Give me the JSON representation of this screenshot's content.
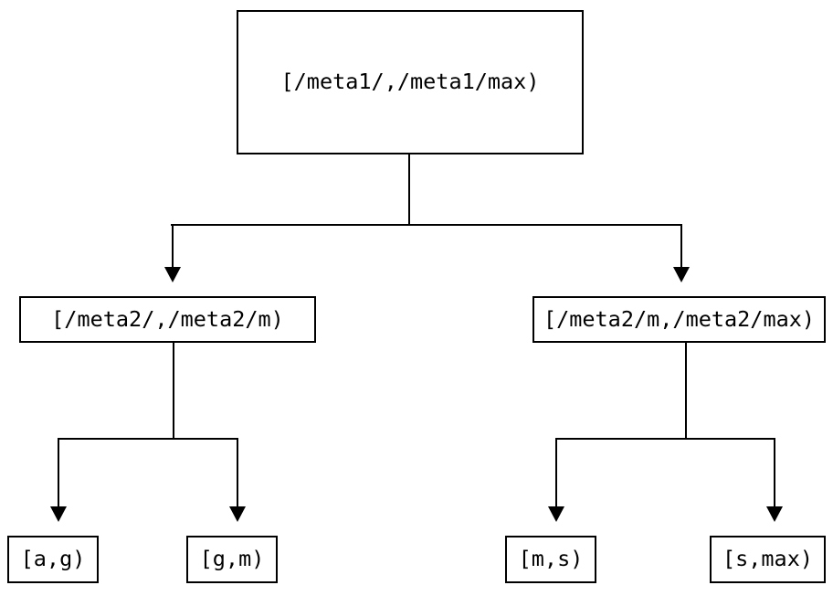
{
  "diagram": {
    "type": "tree",
    "title": "",
    "orientation": "top-down",
    "colors": {
      "stroke": "#000000",
      "fill": "#ffffff",
      "text": "#000000",
      "background": "#ffffff"
    },
    "nodes": {
      "root": {
        "label": "[/meta1/,/meta1/max)",
        "level": 0
      },
      "level2_left": {
        "label": "[/meta2/,/meta2/m)",
        "level": 1
      },
      "level2_right": {
        "label": "[/meta2/m,/meta2/max)",
        "level": 1
      },
      "leaf_a_g": {
        "label": "[a,g)",
        "level": 2
      },
      "leaf_g_m": {
        "label": "[g,m)",
        "level": 2
      },
      "leaf_m_s": {
        "label": "[m,s)",
        "level": 2
      },
      "leaf_s_max": {
        "label": "[s,max)",
        "level": 2
      }
    },
    "edges": [
      {
        "from": "root",
        "to": "level2_left",
        "arrow": "down"
      },
      {
        "from": "root",
        "to": "level2_right",
        "arrow": "down"
      },
      {
        "from": "level2_left",
        "to": "leaf_a_g",
        "arrow": "down"
      },
      {
        "from": "level2_left",
        "to": "leaf_g_m",
        "arrow": "down"
      },
      {
        "from": "level2_right",
        "to": "leaf_m_s",
        "arrow": "down"
      },
      {
        "from": "level2_right",
        "to": "leaf_s_max",
        "arrow": "down"
      }
    ]
  }
}
